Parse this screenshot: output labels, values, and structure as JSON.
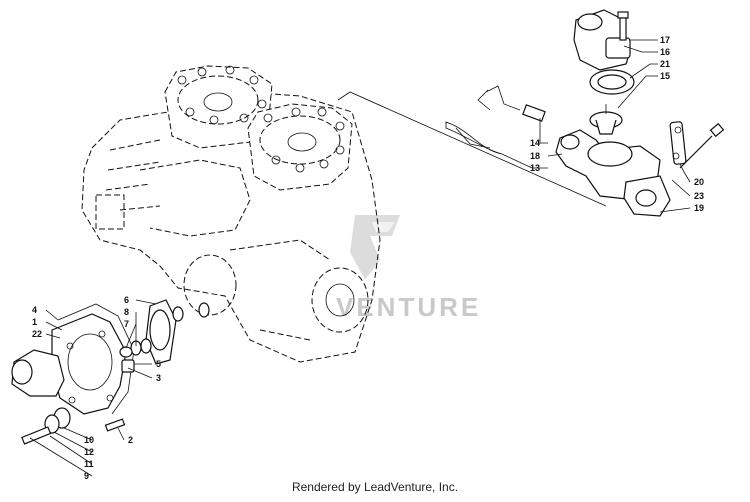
{
  "callouts": {
    "c17": "17",
    "c16": "16",
    "c21": "21",
    "c15": "15",
    "c14": "14",
    "c18": "18",
    "c13": "13",
    "c20": "20",
    "c23": "23",
    "c19": "19",
    "c4": "4",
    "c1": "1",
    "c22": "22",
    "c6": "6",
    "c8": "8",
    "c7": "7",
    "c5": "5",
    "c3": "3",
    "c2": "2",
    "c10": "10",
    "c12": "12",
    "c11": "11",
    "c9": "9"
  },
  "watermark": "VENTURE",
  "footer": "Rendered by LeadVenture, Inc."
}
